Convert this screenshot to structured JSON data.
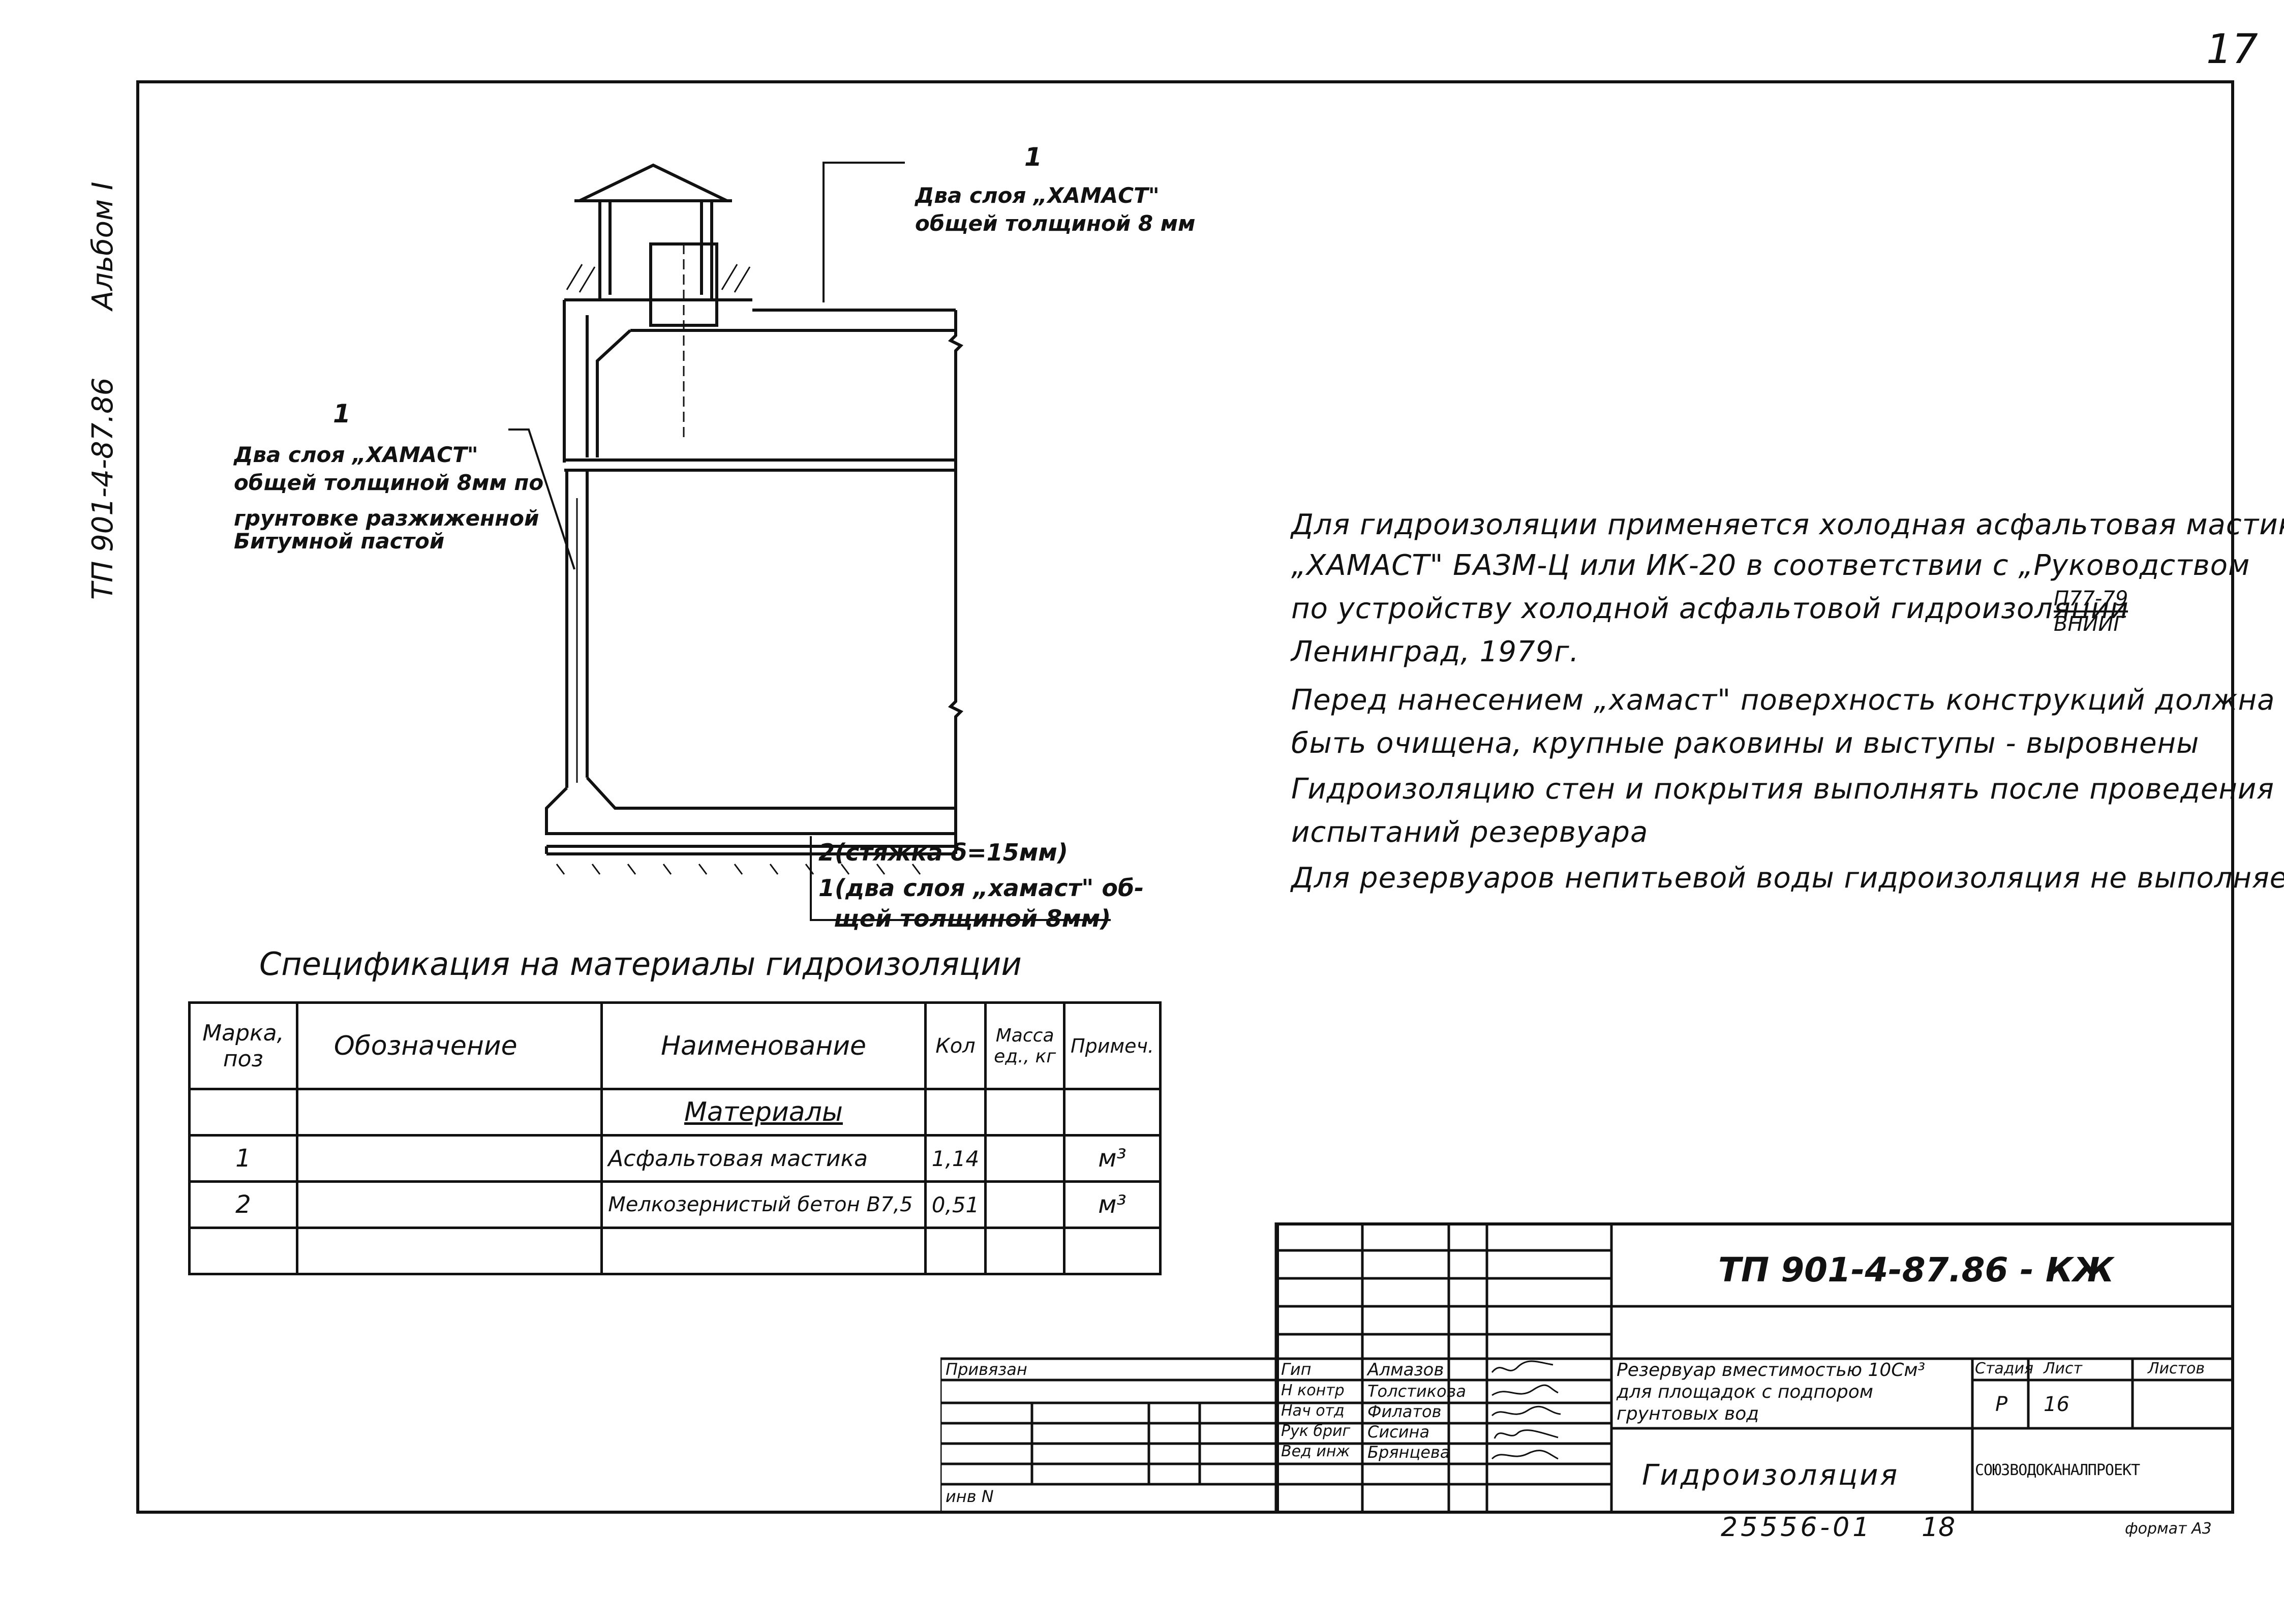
{
  "sheet_number_top": "17",
  "side_album": "Альбом I",
  "side_code": "ТП 901-4-87.86",
  "callouts": {
    "top_num": "1",
    "top_line1": "Два слоя „ХАМАСТ\"",
    "top_line2": "общей толщиной 8 мм",
    "left_num": "1",
    "left_line1": "Два слоя „ХАМАСТ\"",
    "left_line2": "общей толщиной 8мм по",
    "left_line3": "грунтовке разжиженной",
    "left_line4": "Битумной пастой",
    "bottom_line1": "2(стяжка δ=15мм)",
    "bottom_line2": "1(два слоя „хамаст\" об-",
    "bottom_line3": "щей толщиной 8мм)"
  },
  "notes": [
    "Для гидроизоляции применяется холодная асфальтовая мастика -",
    "„ХАМАСТ\" БАЗМ-Ц или ИК-20 в соответствии с „Руководством",
    "по устройству холодной асфальтовой гидроизоляции",
    "Ленинград, 1979г.",
    "Перед нанесением „хамаст\" поверхность конструкций должна",
    "быть очищена, крупные раковины и выступы - выровнены",
    "Гидроизоляцию стен и покрытия выполнять после проведения",
    "испытаний резервуара",
    "Для резервуаров непитьевой воды гидроизоляция не выполняется"
  ],
  "note_fraction": {
    "top": "П77-79",
    "bottom": "ВНИИГ"
  },
  "spec": {
    "title": "Спецификация на материалы гидроизоляции",
    "headers": {
      "mark": "Марка, поз",
      "designation": "Обозначение",
      "name": "Наименование",
      "qty": "Кол",
      "mass": "Масса ед., кг",
      "note": "Примеч."
    },
    "section": "Материалы",
    "rows": [
      {
        "mark": "1",
        "designation": "",
        "name": "Асфальтовая мастика",
        "qty": "1,14",
        "mass": "",
        "note": "м³"
      },
      {
        "mark": "2",
        "designation": "",
        "name": "Мелкозернистый бетон В7,5",
        "qty": "0,51",
        "mass": "",
        "note": "м³"
      },
      {
        "mark": "",
        "designation": "",
        "name": "",
        "qty": "",
        "mass": "",
        "note": ""
      }
    ]
  },
  "title_block": {
    "doc_code": "ТП 901-4-87.86 - КЖ",
    "bound": "Привязан",
    "inv": "инв N",
    "roles": [
      "Гип",
      "Н контр",
      "Нач отд",
      "Рук бриг",
      "Вед инж"
    ],
    "names": [
      "Алмазов",
      "Толстикова",
      "Филатов",
      "Сисина",
      "Брянцева"
    ],
    "project_line1": "Резервуар вместимостью 10См³",
    "project_line2": "для площадок с подпором",
    "project_line3": "грунтовых вод",
    "sheet_title": "Гидроизоляция",
    "stage_label": "Стадия",
    "sheet_label": "Лист",
    "sheets_label": "Листов",
    "stage": "Р",
    "sheet": "16",
    "sheets": "",
    "org": "СОЮЗВОДОКАНАЛПРОЕКТ"
  },
  "bottom_code": "25556-01",
  "bottom_page": "18",
  "format_label": "формат А3"
}
